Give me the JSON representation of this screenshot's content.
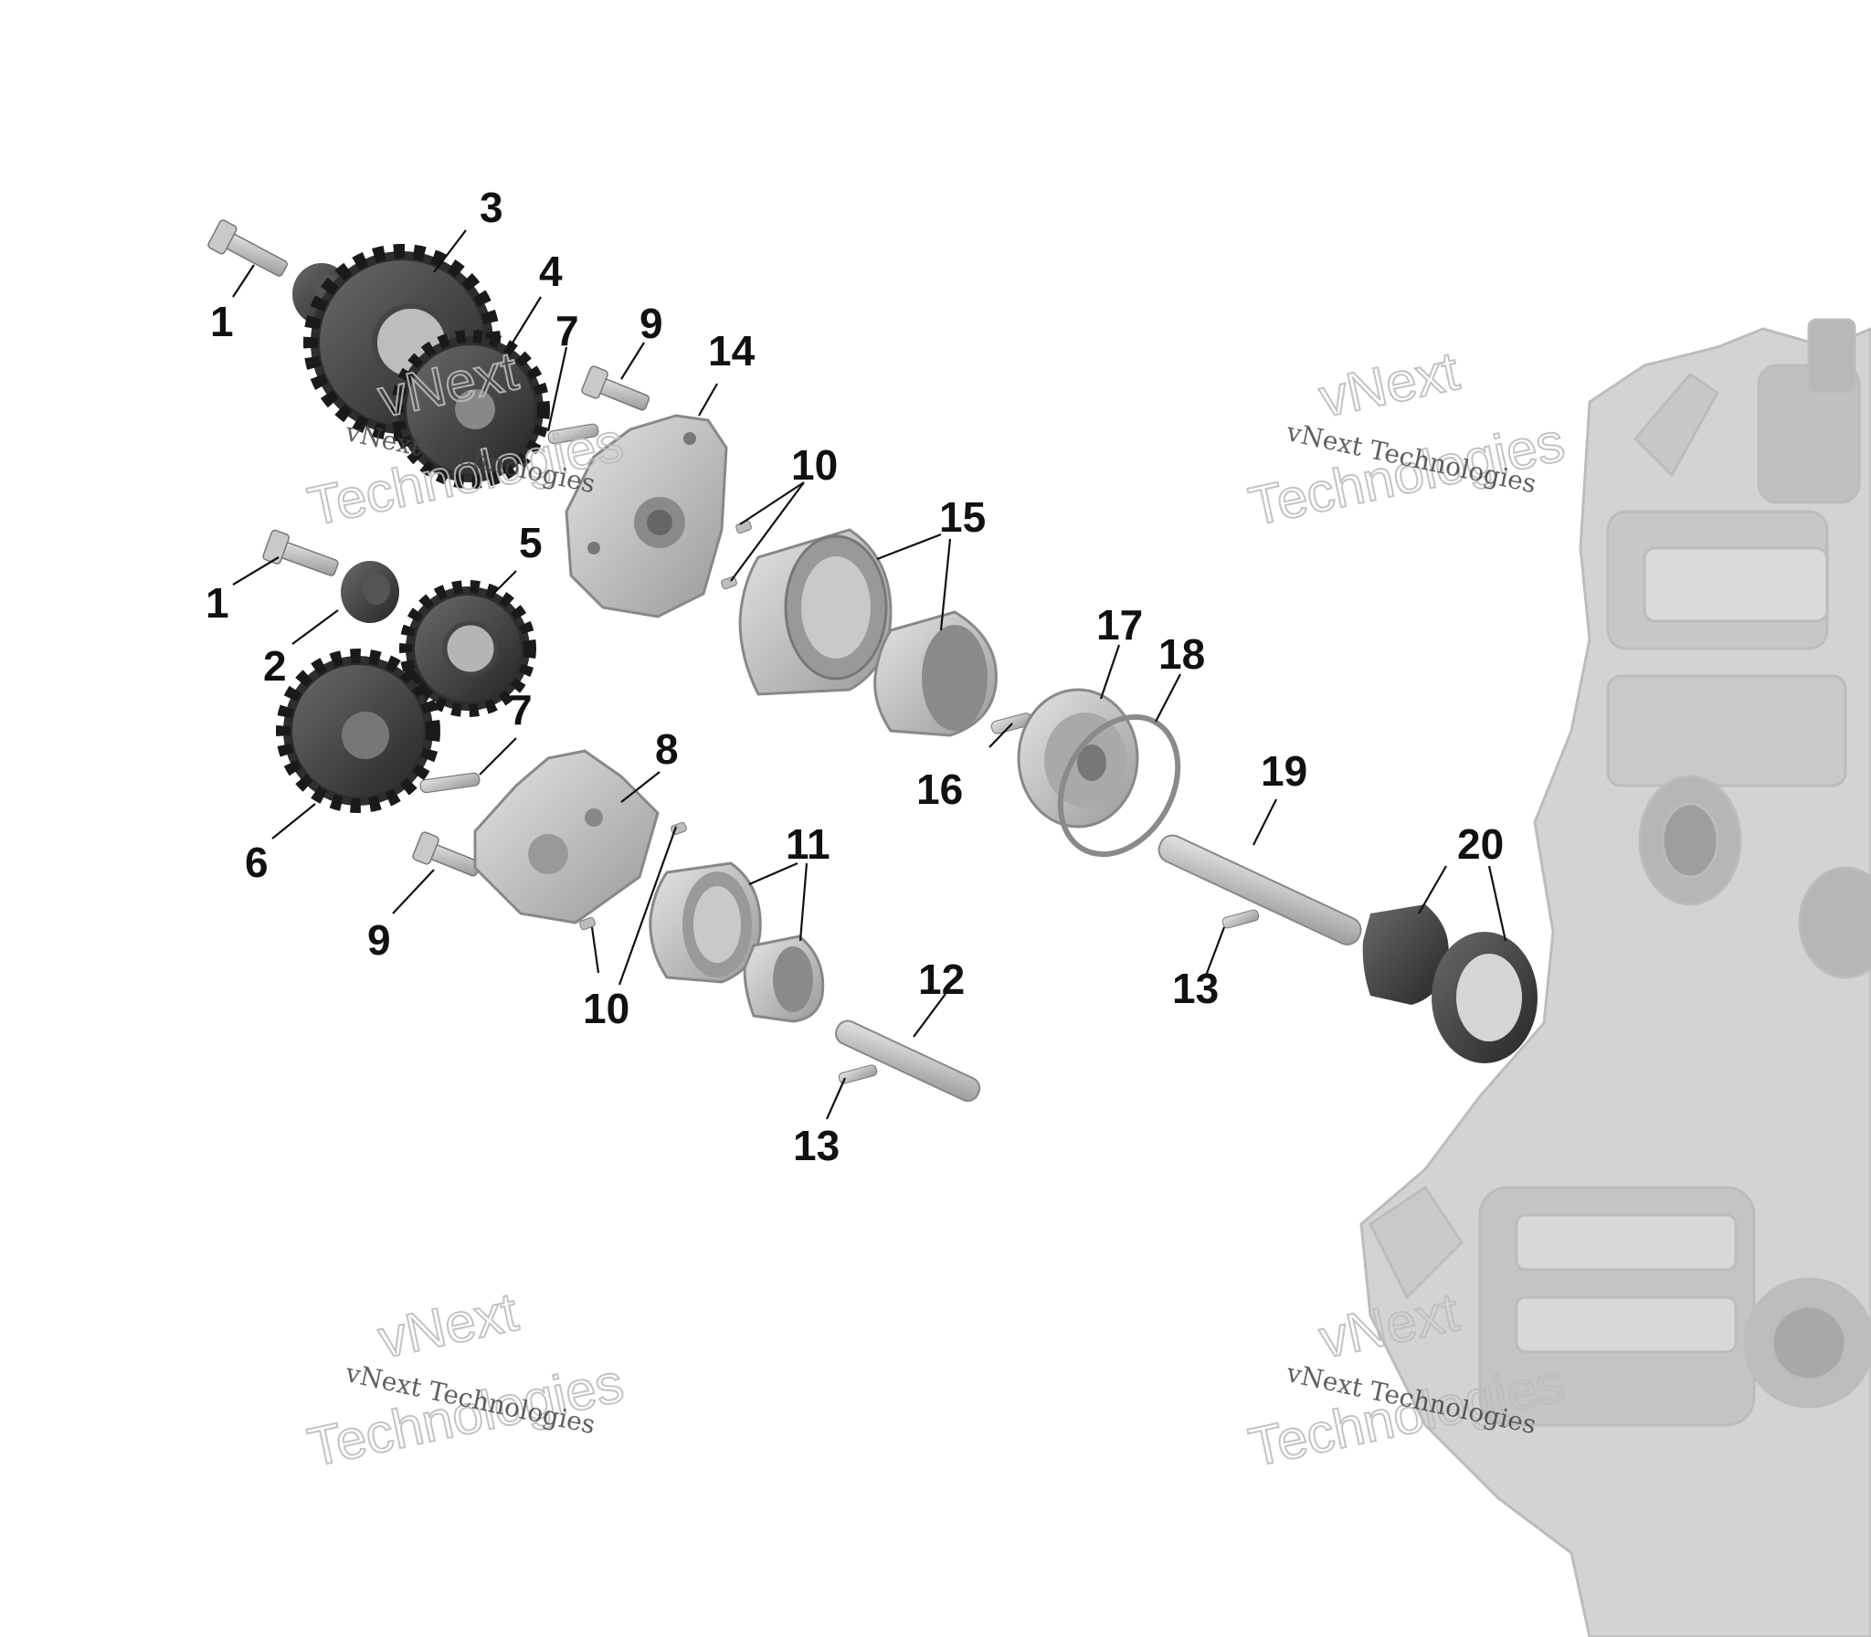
{
  "callouts": {
    "c1a": "1",
    "c1b": "1",
    "c2": "2",
    "c3": "3",
    "c4": "4",
    "c5": "5",
    "c6": "6",
    "c7a": "7",
    "c7b": "7",
    "c8": "8",
    "c9a": "9",
    "c9b": "9",
    "c10a": "10",
    "c10b": "10",
    "c11": "11",
    "c12": "12",
    "c13a": "13",
    "c13b": "13",
    "c14": "14",
    "c15": "15",
    "c16": "16",
    "c17": "17",
    "c18": "18",
    "c19": "19",
    "c20": "20"
  },
  "watermark": {
    "line_small": "vNext Technologies",
    "line_big1": "vNext",
    "line_big2": "Technologies"
  },
  "colors": {
    "part_dark": "#3a3a3a",
    "part_mid": "#8a8a8a",
    "part_light": "#c8c8c8",
    "engine": "#d0d0d0"
  }
}
